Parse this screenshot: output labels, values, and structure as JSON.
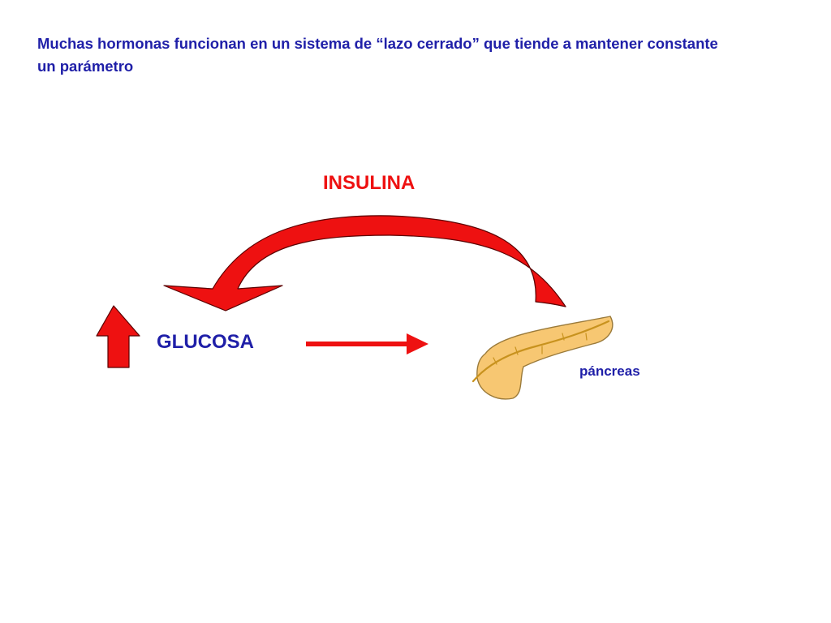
{
  "slide": {
    "heading": "Muchas  hormonas funcionan en un sistema de “lazo cerrado” que tiende a mantener constante un parámetro"
  },
  "diagram": {
    "hormone_label": "INSULINA",
    "substance_label": "GLUCOSA",
    "organ_label": "páncreas"
  },
  "colors": {
    "heading_text": "#1f1fa8",
    "hormone_text": "#ee1111",
    "arrow_fill": "#ee1111",
    "arrow_stroke": "#5a0000",
    "organ_fill": "#f7c772",
    "organ_stroke": "#9a7a3a",
    "duct": "#c8921e"
  },
  "icons": {
    "increase_arrow": "up-arrow-icon",
    "organ": "pancreas-icon"
  }
}
